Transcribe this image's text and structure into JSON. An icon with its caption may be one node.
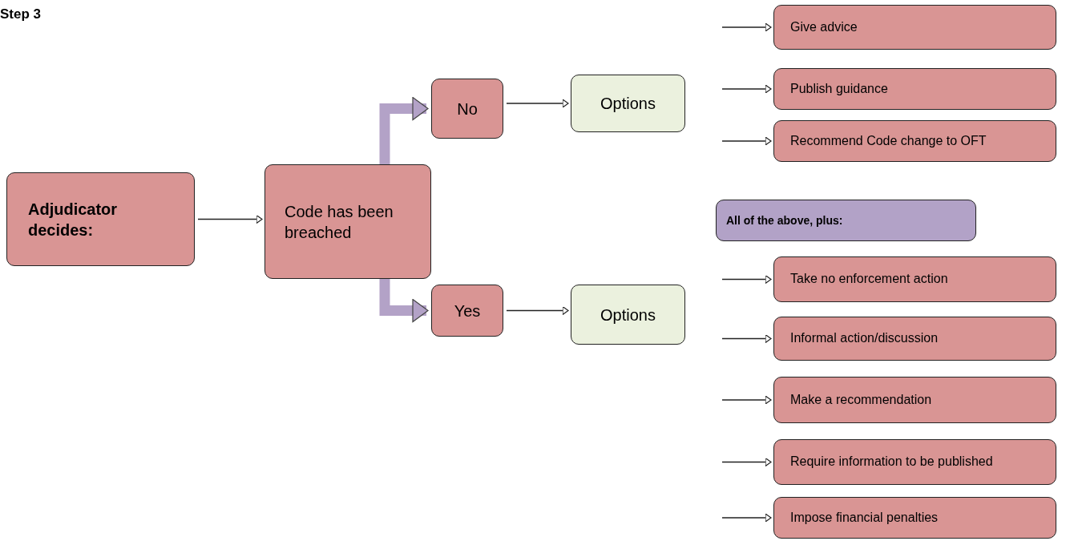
{
  "diagram": {
    "title": "Step 3",
    "nodes": [
      {
        "text": [
          "Adjudicator decides:"
        ]
      },
      {
        "text": [
          "Code has been breached"
        ]
      },
      {
        "text": [
          "No"
        ]
      },
      {
        "text": [
          "Options"
        ]
      },
      {
        "text": [
          "Give advice"
        ]
      },
      {
        "text": [
          "Publish guidance"
        ]
      },
      {
        "text": [
          "Recommend Code change to OFT"
        ]
      },
      {
        "text": [
          "All of the above, plus:"
        ]
      },
      {
        "text": [
          "Yes"
        ]
      },
      {
        "text": [
          "Options"
        ]
      },
      {
        "text": [
          "Take no enforcement action"
        ]
      },
      {
        "text": [
          "Informal action/discussion"
        ]
      },
      {
        "text": [
          "Make a recommendation"
        ]
      },
      {
        "text": [
          "Require information to be published"
        ]
      },
      {
        "text": [
          "Impose financial penalties"
        ]
      }
    ],
    "edges": [
      {
        "from": 0,
        "to": 1,
        "arrow": "to"
      },
      {
        "from": 1,
        "to": 2,
        "arrow": "to",
        "style": "thick",
        "color": "#b3a2c7"
      },
      {
        "from": 1,
        "to": 8,
        "arrow": "to",
        "style": "thick",
        "color": "#b3a2c7"
      },
      {
        "from": 2,
        "to": 3,
        "arrow": "to"
      },
      {
        "from": 8,
        "to": 9,
        "arrow": "to"
      },
      {
        "from": null,
        "to": 4,
        "arrow": "to"
      },
      {
        "from": null,
        "to": 5,
        "arrow": "to"
      },
      {
        "from": null,
        "to": 6,
        "arrow": "to"
      },
      {
        "from": null,
        "to": 10,
        "arrow": "to"
      },
      {
        "from": null,
        "to": 11,
        "arrow": "to"
      },
      {
        "from": null,
        "to": 12,
        "arrow": "to"
      },
      {
        "from": null,
        "to": 13,
        "arrow": "to"
      },
      {
        "from": null,
        "to": 14,
        "arrow": "to"
      }
    ]
  }
}
